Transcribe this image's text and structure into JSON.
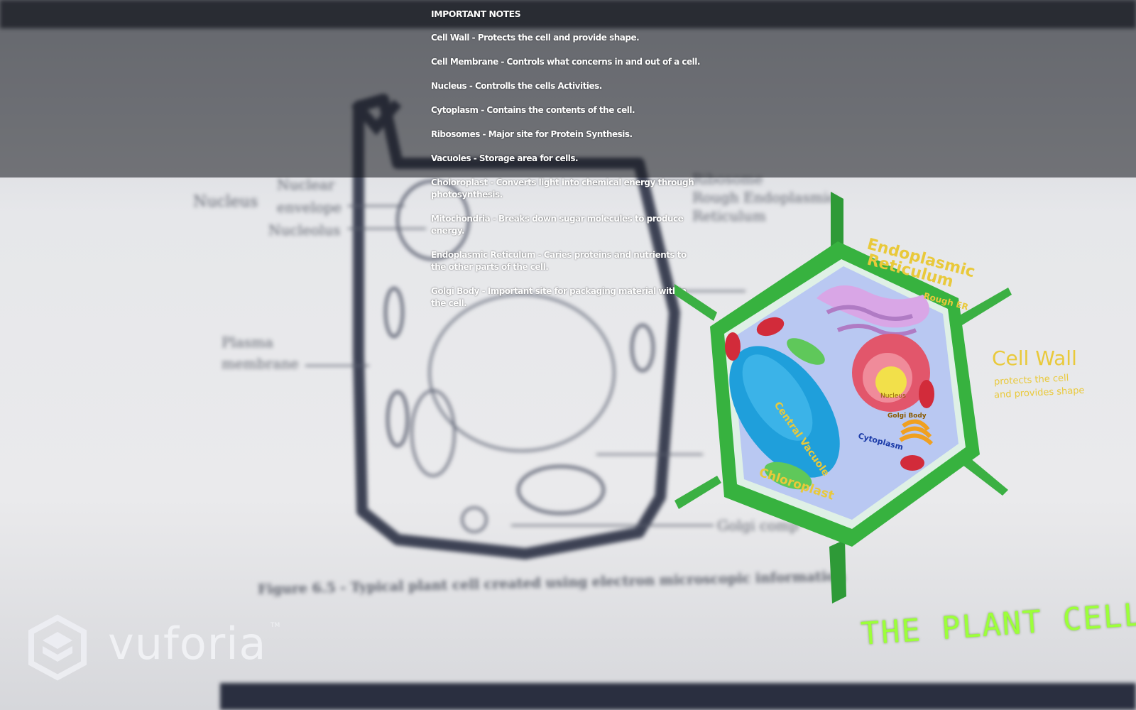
{
  "notes": {
    "title": "IMPORTANT NOTES",
    "items": [
      "Cell Wall - Protects the cell and provide shape.",
      "Cell Membrane - Controls what concerns in and out of a cell.",
      "Nucleus - Controlls the cells Activities.",
      "Cytoplasm - Contains the contents of the cell.",
      "Ribosomes - Major site for Protein Synthesis.",
      "Vacuoles - Storage area for cells.",
      "Choloroplast - Converts light into chemical     energy through photosynthesis.",
      "Mitochondria - Breaks down sugar molecules to produce energy.",
      "Endoplasmic Reticulum - Caries proteins and nutrients to the other parts of the cell.",
      "Golgi Body - Important site for packaging material within the cell."
    ]
  },
  "background_page": {
    "nucleus_label": "Nucleus",
    "nuclear_envelope": "Nuclear",
    "nuclear_envelope_2": "envelope",
    "nucleolus": "Nucleolus",
    "ribosome": "Ribosome",
    "rough_er_1": "Rough Endoplasmic",
    "rough_er_2": "Reticulum",
    "plasma_1": "Plasma",
    "plasma_2": "membrane",
    "golgi": "Golgi comp",
    "figure_caption": "Figure 6.5 - Typical plant cell created using electron microscopic information"
  },
  "ar_model": {
    "er_label_1": "Endoplasmic",
    "er_label_2": "Reticulum",
    "rough_er_label": "Rough ER",
    "nucleus_label": "Nucleus",
    "golgi_label": "Golgi Body",
    "vacuole_label": "Central Vacuole",
    "cytoplasm_label": "Cytoplasm",
    "chloroplast_label": "Chloroplast",
    "cell_wall_title": "Cell Wall",
    "cell_wall_desc_1": "protects the cell",
    "cell_wall_desc_2": "and provides shape"
  },
  "caption": "THE PLANT CELL",
  "watermark": {
    "brand": "vuforia",
    "tm": "TM"
  },
  "colors": {
    "cell_wall": "#3fbf45",
    "cell_interior": "#b9c8f2",
    "vacuole": "#1f9fdb",
    "nucleus": "#e2566b",
    "er": "#d9a6e6",
    "chloroplast": "#5fc85a",
    "label_gold": "#e9c93a",
    "caption_green": "#9cff3a"
  }
}
